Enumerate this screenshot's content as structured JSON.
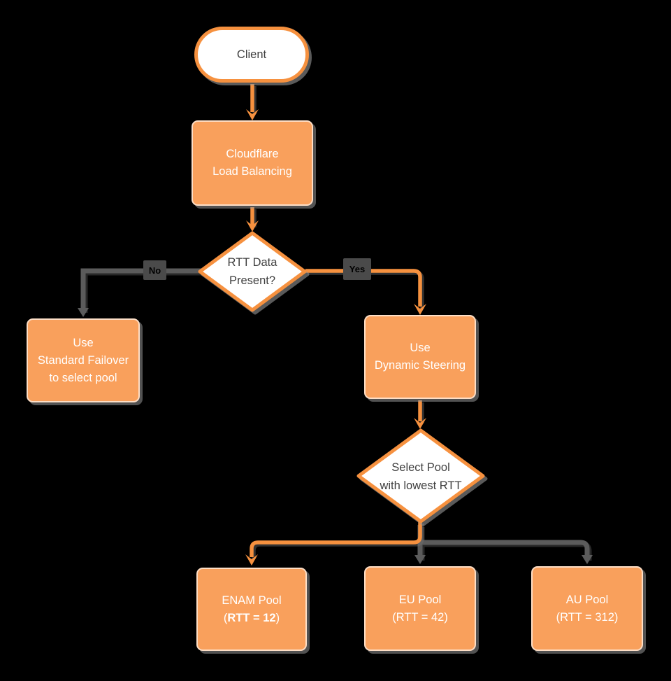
{
  "colors": {
    "background": "#000000",
    "orange_fill": "#F9A05C",
    "orange_stroke": "#F6913F",
    "gray_line": "#5B5B5B",
    "label_bg": "#4A4A4A",
    "text_dark": "#3F3F3F",
    "text_light": "#FFFFFF"
  },
  "nodes": {
    "client": {
      "label": "Client"
    },
    "cloudflare": {
      "label": "Cloudflare\nLoad Balancing"
    },
    "rtt_decision": {
      "label": "RTT Data\nPresent?"
    },
    "standard_failover": {
      "label": "Use\nStandard Failover\nto select pool"
    },
    "dynamic_steering": {
      "label": "Use\nDynamic Steering"
    },
    "select_pool": {
      "label": "Select Pool\nwith lowest RTT"
    },
    "enam_pool": {
      "line1": "ENAM Pool",
      "paren_open": "(",
      "rtt_bold": "RTT = 12",
      "paren_close": ")"
    },
    "eu_pool": {
      "label": "EU Pool\n(RTT = 42)"
    },
    "au_pool": {
      "label": "AU Pool\n(RTT = 312)"
    }
  },
  "edge_labels": {
    "no": "No",
    "yes": "Yes"
  }
}
